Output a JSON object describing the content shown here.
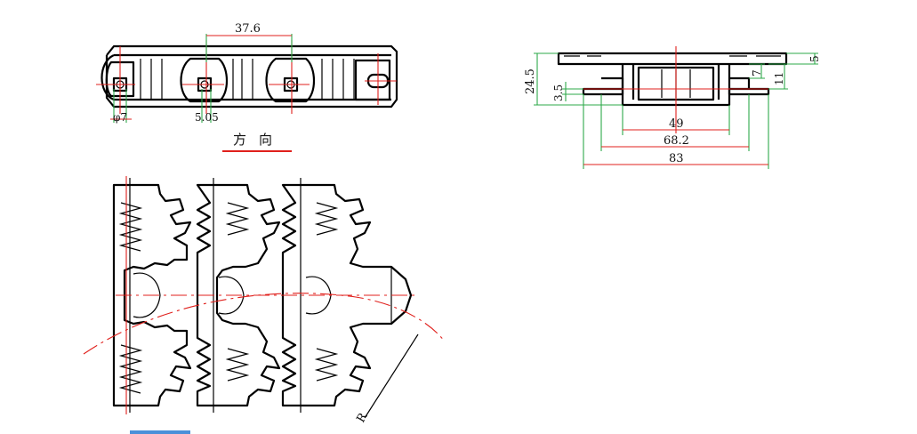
{
  "colors": {
    "outline": "#000000",
    "dimension_line": "#2ea84a",
    "center_line": "#e0201c",
    "background": "#ffffff",
    "accent_bar": "#4a90d9"
  },
  "side_view": {
    "pitch_label": "37.6",
    "pin_diameter_label": "φ7",
    "offset_label": "5.05",
    "direction_label": "方向"
  },
  "section_view": {
    "height_total": "24.5",
    "height_lower": "3.5",
    "dim_top": "5",
    "dim_mid": "7",
    "dim_right": "11",
    "width_inner": "49",
    "width_mid": "68.2",
    "width_outer": "83"
  },
  "plan_view": {
    "radius_label": "R"
  }
}
